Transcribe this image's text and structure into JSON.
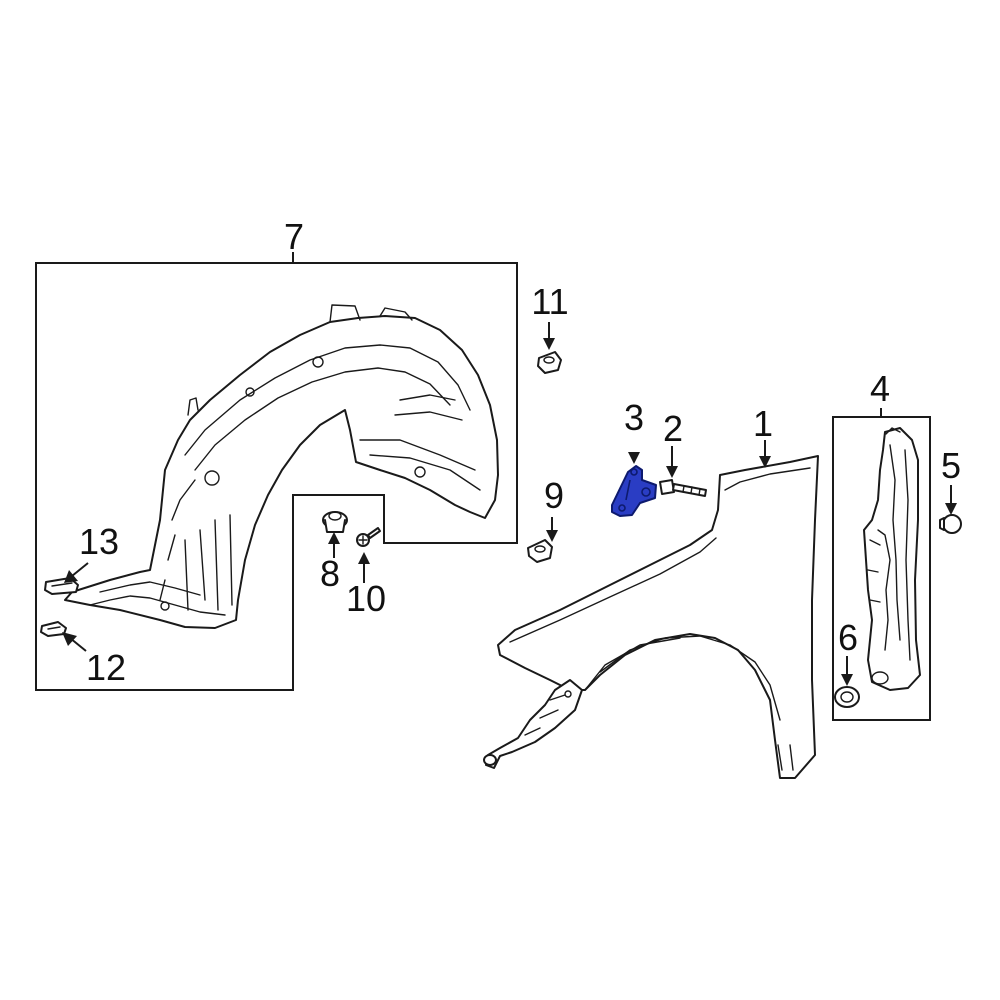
{
  "colors": {
    "line": "#1a1a1a",
    "background": "#ffffff",
    "highlight": "#2a3dc4"
  },
  "callouts": [
    {
      "id": "1",
      "label": "1"
    },
    {
      "id": "2",
      "label": "2"
    },
    {
      "id": "3",
      "label": "3"
    },
    {
      "id": "4",
      "label": "4"
    },
    {
      "id": "5",
      "label": "5"
    },
    {
      "id": "6",
      "label": "6"
    },
    {
      "id": "7",
      "label": "7"
    },
    {
      "id": "8",
      "label": "8"
    },
    {
      "id": "9",
      "label": "9"
    },
    {
      "id": "10",
      "label": "10"
    },
    {
      "id": "11",
      "label": "11"
    },
    {
      "id": "12",
      "label": "12"
    },
    {
      "id": "13",
      "label": "13"
    }
  ],
  "highlighted_part": "3"
}
